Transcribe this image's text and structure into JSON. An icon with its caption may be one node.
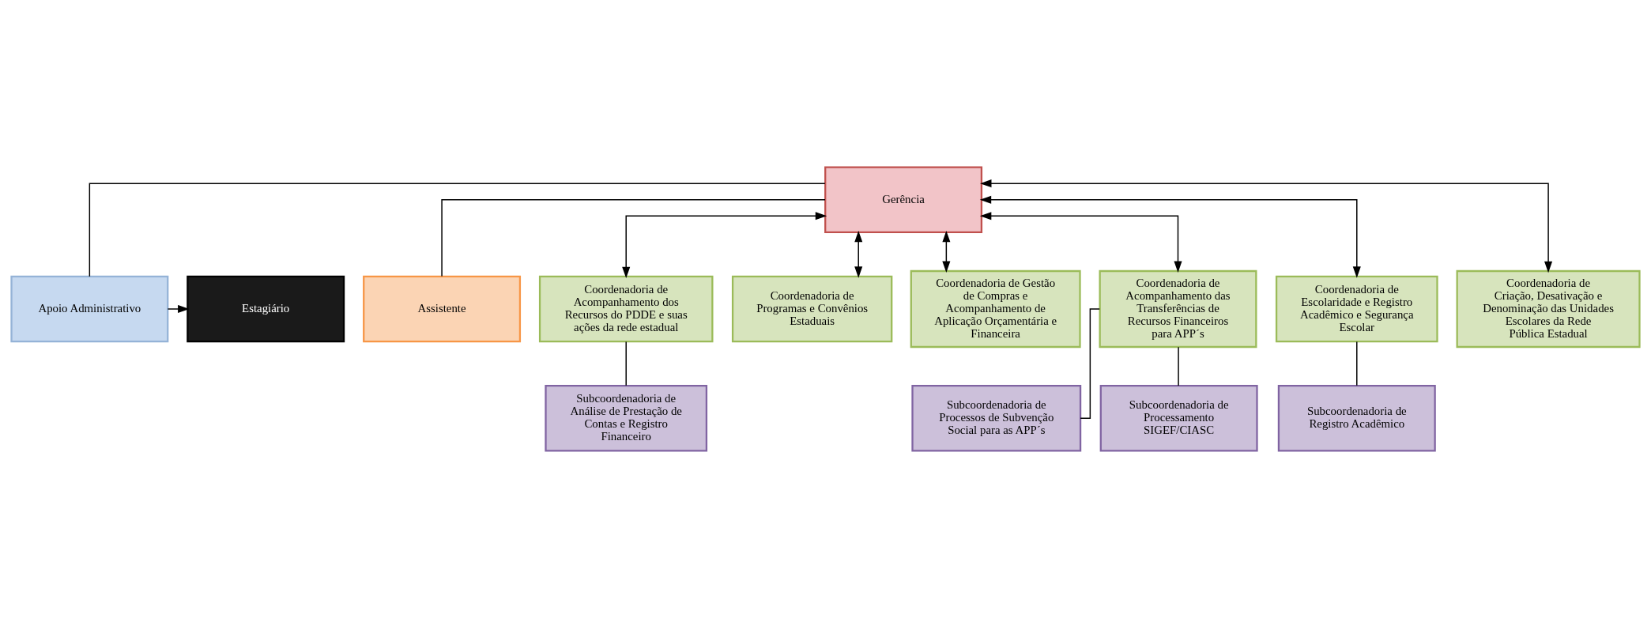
{
  "diagram": {
    "nodes": [
      {
        "text": [
          "Gerência"
        ]
      },
      {
        "text": [
          "Apoio Administrativo"
        ]
      },
      {
        "text": [
          "Assistente"
        ]
      },
      {
        "text": [
          "Estagiário"
        ]
      },
      {
        "text": [
          "Coordenadoria de Acompanhamento dos Recursos do PDDE e suas ações da rede estadual"
        ]
      },
      {
        "text": [
          "Coordenadoria de Programas e Convênios Estaduais"
        ]
      },
      {
        "text": [
          "Coordenadoria de Gestão de Compras e Acompanhamento de Aplicação Orçamentária e Financeira"
        ]
      },
      {
        "text": [
          "Coordenadoria de Acompanhamento das Transferências de Recursos Financeiros para APP´s"
        ]
      },
      {
        "text": [
          "Coordenadoria de Escolaridade e Registro Acadêmico e Segurança Escolar"
        ]
      },
      {
        "text": [
          "Coordenadoria de Criação, Desativação e Denominação das Unidades Escolares da Rede Pública Estadual"
        ]
      },
      {
        "text": [
          "Subcoordenadoria de Análise de Prestação de Contas e Registro Financeiro"
        ]
      },
      {
        "text": [
          "Subcoordenadoria de Processos de Subvenção Social para as APP´s"
        ]
      },
      {
        "text": [
          "Subcoordenadoria de Processamento SIGEF/CIASC"
        ]
      },
      {
        "text": [
          "Subcoordenadoria de Registro Acadêmico"
        ]
      }
    ],
    "edges": [
      {
        "from": 0,
        "to": 1,
        "arrow": "none"
      },
      {
        "from": 0,
        "to": 2,
        "arrow": "none"
      },
      {
        "from": 1,
        "to": 3,
        "arrow": "to"
      },
      {
        "from": 0,
        "to": 4,
        "arrow": "both"
      },
      {
        "from": 0,
        "to": 5,
        "arrow": "both"
      },
      {
        "from": 0,
        "to": 6,
        "arrow": "both"
      },
      {
        "from": 0,
        "to": 7,
        "arrow": "both"
      },
      {
        "from": 0,
        "to": 8,
        "arrow": "both"
      },
      {
        "from": 0,
        "to": 9,
        "arrow": "both"
      },
      {
        "from": 4,
        "to": 10,
        "arrow": "none"
      },
      {
        "from": 7,
        "to": 11,
        "arrow": "none"
      },
      {
        "from": 7,
        "to": 12,
        "arrow": "none"
      },
      {
        "from": 8,
        "to": 13,
        "arrow": "none"
      }
    ]
  }
}
